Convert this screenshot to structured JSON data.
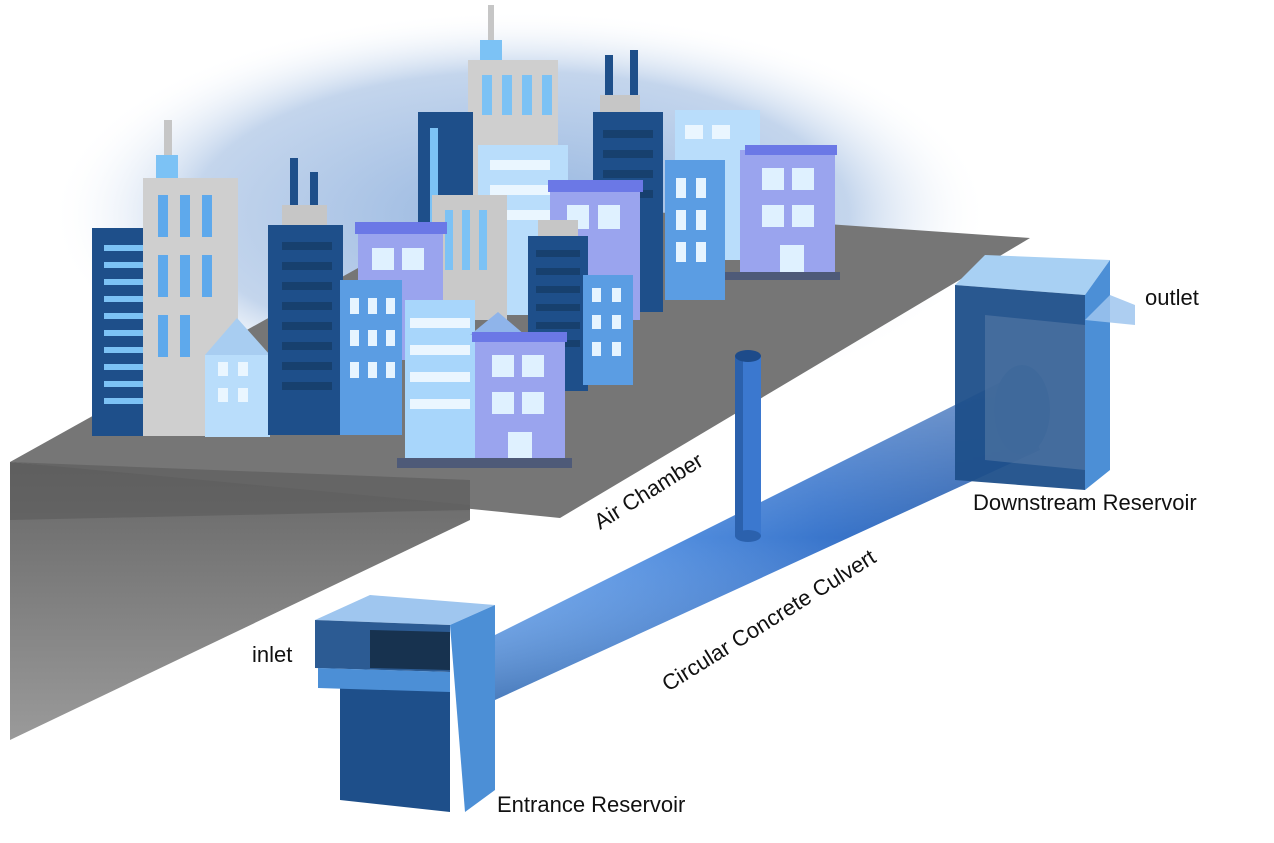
{
  "labels": {
    "outlet": "outlet",
    "downstream_reservoir": "Downstream Reservoir",
    "air_chamber": "Air Chamber",
    "circular_concrete_culvert": "Circular Concrete Culvert",
    "inlet": "inlet",
    "entrance_reservoir": "Entrance Reservoir"
  },
  "colors": {
    "ground_top": "#7a7a7a",
    "ground_side": "#6b6b6b",
    "culvert": "#3b78cf",
    "reservoir_front": "#1e4f8a",
    "reservoir_side": "#4c8fd6",
    "reservoir_top": "#9fc6ef",
    "sky_glow": "#a9c3e4"
  }
}
